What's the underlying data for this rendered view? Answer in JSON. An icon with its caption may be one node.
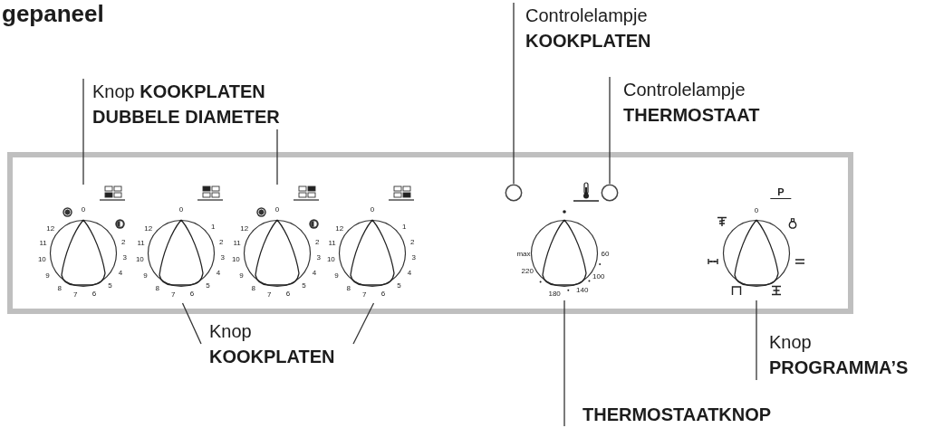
{
  "diagram": {
    "title": "gepaneel",
    "nodes": [
      {
        "text": [
          "Knop **KOOKPLATEN DUBBELE DIAMETER**"
        ]
      },
      {
        "text": [
          "Controlelampje **KOOKPLATEN**"
        ]
      },
      {
        "text": [
          "Controlelampje **THERMOSTAAT**"
        ]
      },
      {
        "text": [],
        "shape": "box"
      },
      {
        "text": [],
        "shape": "circle",
        "in": 3,
        "beside": [
          "0",
          "2",
          "3",
          "4",
          "5",
          "6",
          "7",
          "8",
          "9",
          "10",
          "11",
          "12"
        ]
      },
      {
        "text": [],
        "shape": "circle",
        "in": 3,
        "beside": [
          "0",
          "1",
          "2",
          "3",
          "4",
          "5",
          "6",
          "7",
          "8",
          "9",
          "10",
          "11",
          "12"
        ]
      },
      {
        "text": [],
        "shape": "circle",
        "in": 3,
        "beside": [
          "0",
          "2",
          "3",
          "4",
          "5",
          "6",
          "7",
          "8",
          "9",
          "10",
          "11",
          "12"
        ]
      },
      {
        "text": [],
        "shape": "circle",
        "in": 3,
        "beside": [
          "0",
          "1",
          "2",
          "3",
          "4",
          "5",
          "6",
          "7",
          "8",
          "9",
          "10",
          "11",
          "12"
        ]
      },
      {
        "text": [],
        "shape": "circle",
        "in": 3
      },
      {
        "text": [],
        "shape": "circle",
        "in": 3,
        "beside": [
          "60",
          "100",
          "140",
          "180",
          "220",
          "max"
        ]
      },
      {
        "text": [],
        "shape": "circle",
        "in": 3
      },
      {
        "text": [],
        "shape": "circle",
        "in": 3,
        "beside": [
          "P",
          "0"
        ]
      },
      {
        "text": [
          "Knop **KOOKPLATEN**"
        ]
      },
      {
        "text": [
          "THERMOSTAATKNOP"
        ]
      },
      {
        "text": [
          "Knop **PROGRAMMA’S**"
        ]
      }
    ],
    "edges": [
      {
        "from": 0,
        "to": 4,
        "arrow": "none"
      },
      {
        "from": 0,
        "to": 6,
        "arrow": "none"
      },
      {
        "from": 1,
        "to": 8,
        "arrow": "none"
      },
      {
        "from": 2,
        "to": 10,
        "arrow": "none"
      },
      {
        "from": 12,
        "to": 5,
        "arrow": "none"
      },
      {
        "from": 12,
        "to": 7,
        "arrow": "none"
      },
      {
        "from": 13,
        "to": 9,
        "arrow": "none"
      },
      {
        "from": 14,
        "to": 11,
        "arrow": "none"
      }
    ]
  }
}
